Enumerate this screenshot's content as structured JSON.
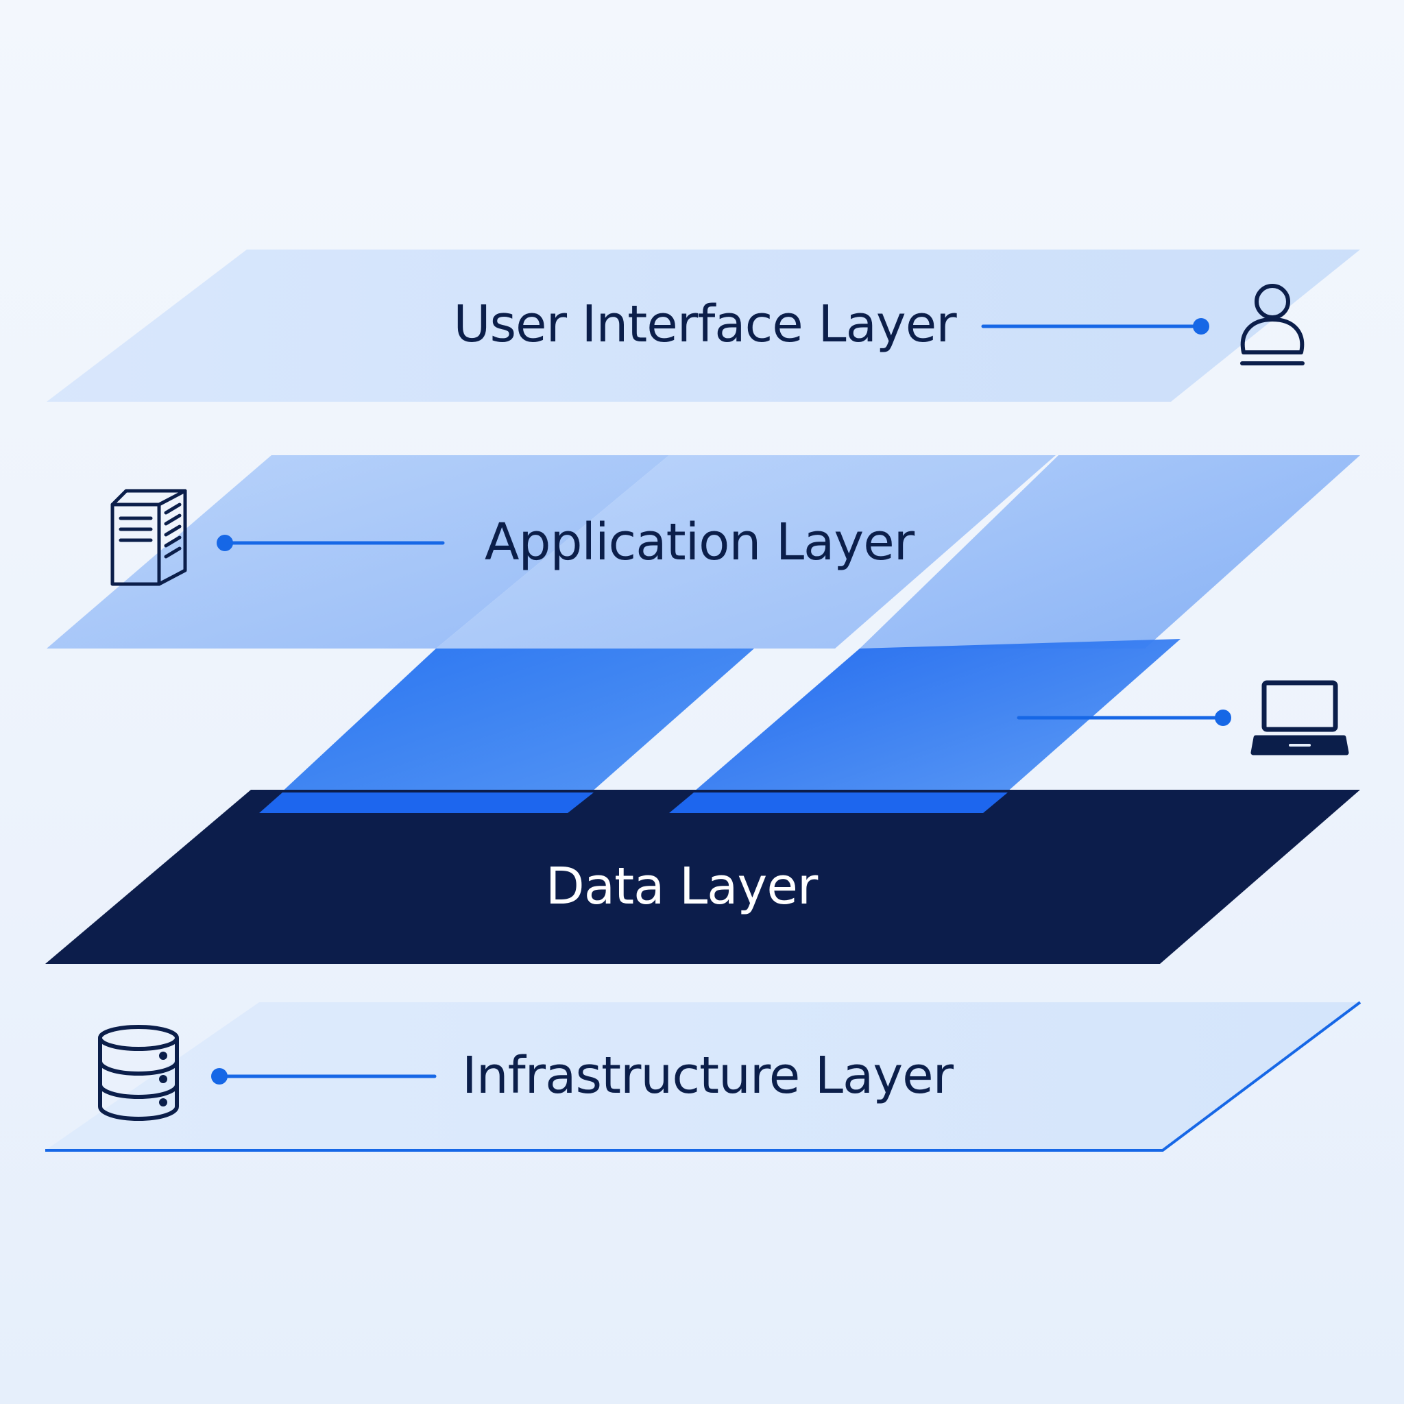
{
  "diagram": {
    "layers": [
      {
        "id": "ui",
        "label": "User Interface Layer",
        "icon": "user-icon"
      },
      {
        "id": "app",
        "label": "Application Layer",
        "icon": "server-icon"
      },
      {
        "id": "device",
        "label": "",
        "icon": "laptop-icon"
      },
      {
        "id": "data",
        "label": "Data Layer",
        "icon": ""
      },
      {
        "id": "infra",
        "label": "Infrastructure Layer",
        "icon": "database-icon"
      }
    ],
    "colors": {
      "navy": "#0b1e4a",
      "accent": "#1667e6",
      "ui_fill": "#cfe0fb",
      "app_fill": "#9fc2f8",
      "mid_fill": "#2f7cf0",
      "data_fill": "#0c1d4b",
      "infra_fill": "#dce9fb"
    }
  }
}
